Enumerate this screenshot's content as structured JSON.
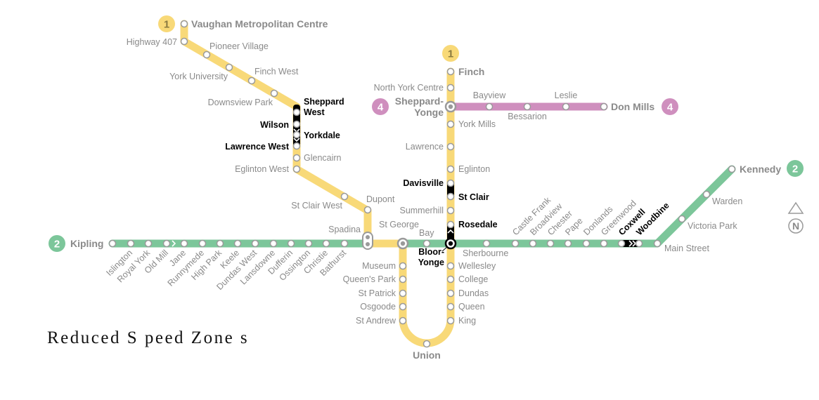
{
  "legend": {
    "title": "Reduced S peed Zone s"
  },
  "colors": {
    "line1": "#f8d978",
    "line2": "#7cc69a",
    "line4": "#cf8fbe",
    "rsz": "#000000",
    "station_stroke": "#9a9a9a",
    "label": "#8a8a8a"
  },
  "compass": {
    "north_label": "N"
  },
  "lines": [
    {
      "id": "1",
      "badge": "1",
      "color": "#f8d978"
    },
    {
      "id": "2",
      "badge": "2",
      "color": "#7cc69a"
    },
    {
      "id": "4",
      "badge": "4",
      "color": "#cf8fbe"
    }
  ],
  "stations": {
    "vaughan": "Vaughan Metropolitan Centre",
    "highway407": "Highway 407",
    "pioneer": "Pioneer Village",
    "york_u": "York University",
    "finch_west": "Finch West",
    "downsview": "Downsview Park",
    "sheppard_west_1": "Sheppard",
    "sheppard_west_2": "West",
    "wilson": "Wilson",
    "yorkdale": "Yorkdale",
    "lawrence_west": "Lawrence West",
    "glencairn": "Glencairn",
    "eglinton_west": "Eglinton West",
    "st_clair_west": "St Clair West",
    "dupont": "Dupont",
    "spadina": "Spadina",
    "st_george": "St George",
    "bay": "Bay",
    "museum": "Museum",
    "queens_park": "Queen's Park",
    "st_patrick": "St Patrick",
    "osgoode": "Osgoode",
    "st_andrew": "St Andrew",
    "union": "Union",
    "king": "King",
    "queen": "Queen",
    "dundas": "Dundas",
    "college": "College",
    "wellesley": "Wellesley",
    "bloor_1": "Bloor-",
    "bloor_2": "Yonge",
    "rosedale": "Rosedale",
    "summerhill": "Summerhill",
    "st_clair": "St Clair",
    "davisville": "Davisville",
    "eglinton": "Eglinton",
    "lawrence": "Lawrence",
    "york_mills": "York Mills",
    "sheppard_yonge_1": "Sheppard-",
    "sheppard_yonge_2": "Yonge",
    "north_york": "North York Centre",
    "finch": "Finch",
    "bayview": "Bayview",
    "bessarion": "Bessarion",
    "leslie": "Leslie",
    "don_mills": "Don Mills",
    "kipling": "Kipling",
    "islington": "Islington",
    "royal_york": "Royal York",
    "old_mill": "Old Mill",
    "jane": "Jane",
    "runnymede": "Runnymede",
    "high_park": "High Park",
    "keele": "Keele",
    "dundas_west": "Dundas West",
    "lansdowne": "Lansdowne",
    "dufferin": "Dufferin",
    "ossington": "Ossington",
    "christie": "Christie",
    "bathurst": "Bathurst",
    "sherbourne": "Sherbourne",
    "castle_frank": "Castle Frank",
    "broadview": "Broadview",
    "chester": "Chester",
    "pape": "Pape",
    "donlands": "Donlands",
    "greenwood": "Greenwood",
    "coxwell": "Coxwell",
    "woodbine": "Woodbine",
    "main_street": "Main Street",
    "victoria_park": "Victoria Park",
    "warden": "Warden",
    "kennedy": "Kennedy"
  }
}
